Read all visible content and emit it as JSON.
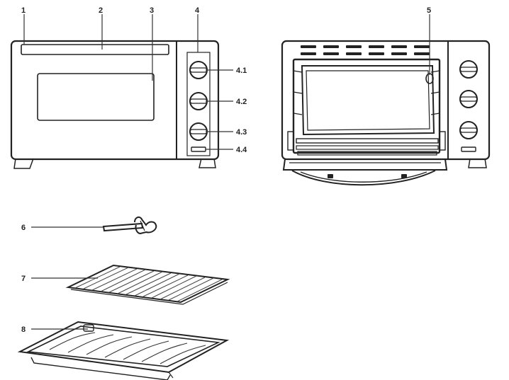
{
  "labels": {
    "l1": "1",
    "l2": "2",
    "l3": "3",
    "l4": "4",
    "l41": "4.1",
    "l42": "4.2",
    "l43": "4.3",
    "l44": "4.4",
    "l5": "5",
    "l6": "6",
    "l7": "7",
    "l8": "8"
  }
}
